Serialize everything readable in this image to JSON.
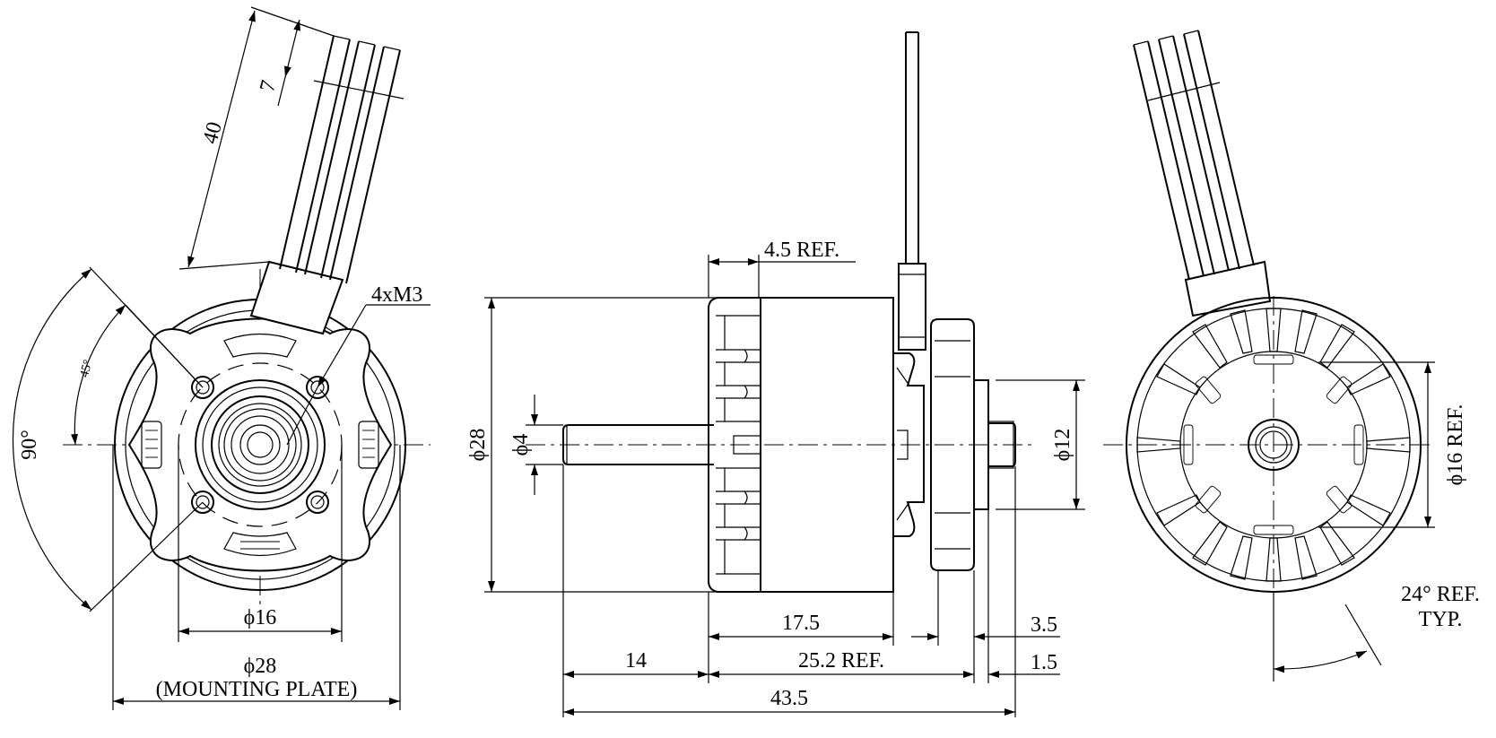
{
  "labels": {
    "lead_length": "40",
    "lead_strip": "7",
    "mount_holes": "4xM3",
    "angle_small": "45°",
    "angle_large": "90°",
    "bolt_circle": "ϕ16",
    "plate_diameter": "ϕ28",
    "plate_note": "(MOUNTING PLATE)",
    "flange_ref": "4.5 REF.",
    "body_diameter": "ϕ28",
    "shaft_diameter": "ϕ4",
    "boss_diameter": "ϕ12",
    "body_length": "17.5",
    "shaft_length": "14",
    "overall_ref": "25.2 REF.",
    "overall_length": "43.5",
    "boss_length": "3.5",
    "plate_thickness": "1.5",
    "ref_diameter": "ϕ16 REF.",
    "angle_ref": "24° REF.",
    "angle_typ": "TYP."
  },
  "colors": {
    "ink": "#000000",
    "paper": "#ffffff"
  }
}
